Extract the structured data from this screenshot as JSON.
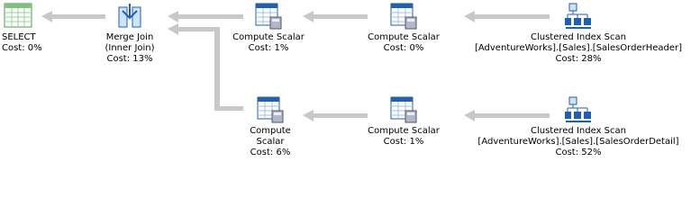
{
  "plan": {
    "nodes": {
      "select": {
        "name": "SELECT",
        "cost": "Cost: 0%",
        "icon": "select-icon"
      },
      "merge_join": {
        "name": "Merge Join",
        "detail": "(Inner Join)",
        "cost": "Cost: 13%",
        "icon": "merge-join-icon"
      },
      "compute_top_1": {
        "name": "Compute Scalar",
        "cost": "Cost: 1%",
        "icon": "compute-scalar-icon"
      },
      "compute_top_2": {
        "name": "Compute Scalar",
        "cost": "Cost: 0%",
        "icon": "compute-scalar-icon"
      },
      "scan_header": {
        "name": "Clustered Index Scan",
        "object": "[AdventureWorks].[Sales].[SalesOrderHeader]",
        "cost": "Cost: 28%",
        "icon": "clustered-index-scan-icon"
      },
      "compute_bottom_1": {
        "name_line1": "Compute",
        "name_line2": "Scalar",
        "cost": "Cost: 6%",
        "icon": "compute-scalar-icon"
      },
      "compute_bottom_2": {
        "name": "Compute Scalar",
        "cost": "Cost: 1%",
        "icon": "compute-scalar-icon"
      },
      "scan_detail": {
        "name": "Clustered Index Scan",
        "object": "[AdventureWorks].[Sales].[SalesOrderDetail]",
        "cost": "Cost: 52%",
        "icon": "clustered-index-scan-icon"
      }
    },
    "colors": {
      "arrow": "#c8c8c8",
      "icon_blue": "#1f5fb5",
      "icon_light": "#cfe4f7",
      "select_green": "#7cc47c"
    }
  }
}
